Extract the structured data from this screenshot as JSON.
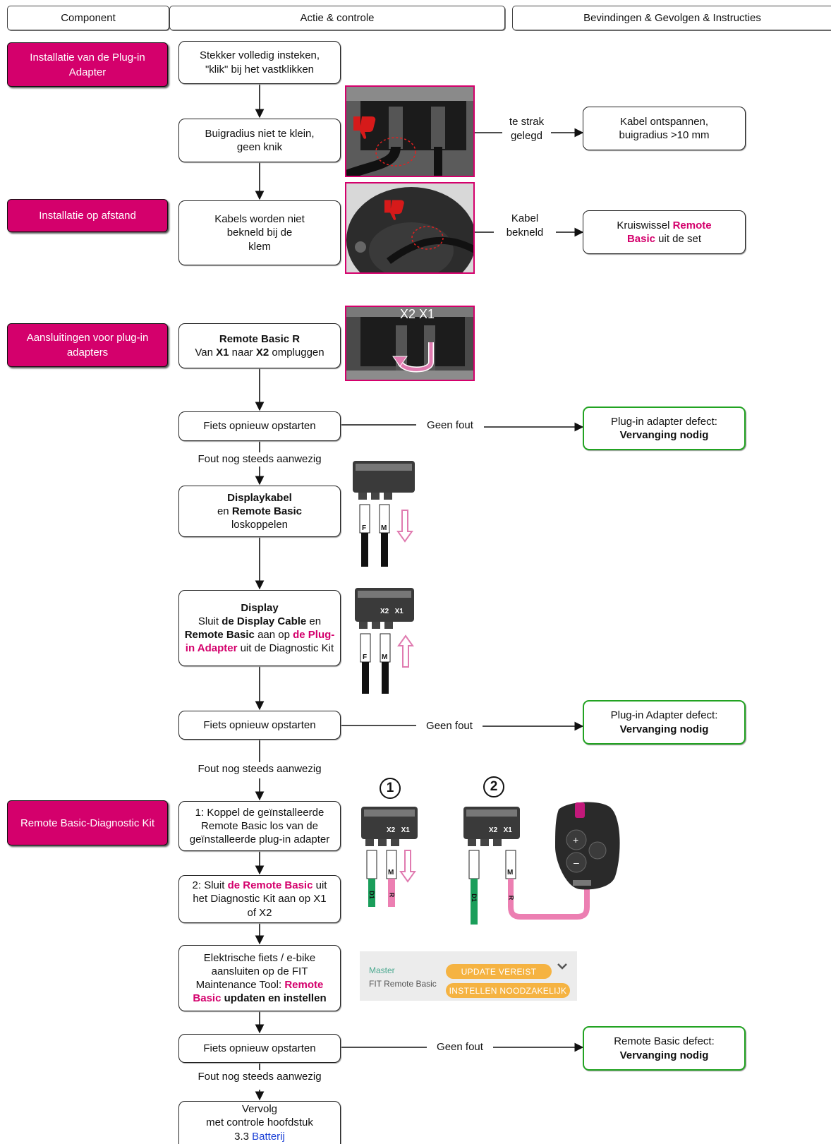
{
  "headers": {
    "component": "Component",
    "action": "Actie & controle",
    "findings": "Bevindingen & Gevolgen & Instructies"
  },
  "components": {
    "c1": "Installatie van de Plug-in Adapter",
    "c2": "Installatie op afstand",
    "c3": "Aansluitingen voor plug-in adapters",
    "c4": "Remote Basic-Diagnostic Kit"
  },
  "steps": {
    "s1_l1": "Stekker volledig insteken,",
    "s1_l2": "\"klik\" bij het vastklikken",
    "s2_l1": "Buigradius niet te klein,",
    "s2_l2": "geen knik",
    "s3_l1": "Kabels worden niet",
    "s3_l2": "bekneld bij de",
    "s3_l3": "klem",
    "s4_b": "Remote Basic R",
    "s4_a": "Van ",
    "s4_x1": "X1",
    "s4_c": " naar ",
    "s4_x2": "X2",
    "s4_d": " ompluggen",
    "s5": "Fiets opnieuw opstarten",
    "s6_b1": "Displaykabel",
    "s6_a": "en ",
    "s6_b2": "Remote Basic",
    "s6_c": "loskoppelen",
    "s7_b1": "Display",
    "s7_a": "Sluit ",
    "s7_b2": "de Display Cable",
    "s7_c": " en",
    "s7_b3": "Remote Basic",
    "s7_d": " aan op ",
    "s7_m1": "de Plug-",
    "s7_m2": "in Adapter",
    "s7_e": " uit de Diagnostic Kit",
    "s8": "Fiets opnieuw opstarten",
    "s9_l1": "1: Koppel de geïnstalleerde",
    "s9_l2": "Remote Basic los van de",
    "s9_l3": "geïnstalleerde plug-in adapter",
    "s10_a": "2: Sluit ",
    "s10_m": "de Remote Basic",
    "s10_b": " uit",
    "s10_l2": "het Diagnostic Kit aan op X1",
    "s10_l3": "of X2",
    "s11_l1": "Elektrische fiets / e-bike",
    "s11_l2": "aansluiten op de FIT",
    "s11_l3a": "Maintenance Tool: ",
    "s11_m1": "Remote",
    "s11_m2": "Basic",
    "s11_b": " updaten en instellen",
    "s12": "Fiets opnieuw opstarten",
    "s13_l1": "Vervolg",
    "s13_l2": "met controle hoofdstuk",
    "s13_l3a": "3.3 ",
    "s13_link": "Batterij"
  },
  "labels": {
    "te_strak_1": "te strak",
    "te_strak_2": "gelegd",
    "bekneld_1": "Kabel",
    "bekneld_2": "bekneld",
    "geen_fout": "Geen fout",
    "fout_nog": "Fout nog steeds aanwezig",
    "circle1": "1",
    "circle2": "2",
    "x2": "X2",
    "x1": "X1",
    "f": "F",
    "m": "M",
    "d1": "D1",
    "r": "R"
  },
  "results": {
    "r1_l1": "Kabel ontspannen,",
    "r1_l2": "buigradius >10 mm",
    "r2_a": "Kruiswissel ",
    "r2_m1": "Remote",
    "r2_m2": "Basic",
    "r2_b": " uit de set",
    "r3_l1": "Plug-in adapter defect:",
    "r3_b": "Vervanging nodig",
    "r4_l1": "Plug-in Adapter defect:",
    "r4_b": "Vervanging nodig",
    "r5_l1": "Remote Basic defect:",
    "r5_b": "Vervanging nodig"
  },
  "fit_ui": {
    "master": "Master",
    "device": "FIT Remote Basic",
    "pill1": "UPDATE VEREIST",
    "pill2": "INSTELLEN NOODZAKELIJK"
  },
  "colors": {
    "magenta": "#d4006c",
    "green": "#22a322",
    "link": "#1a3fd6",
    "pill": "#f5b342"
  }
}
